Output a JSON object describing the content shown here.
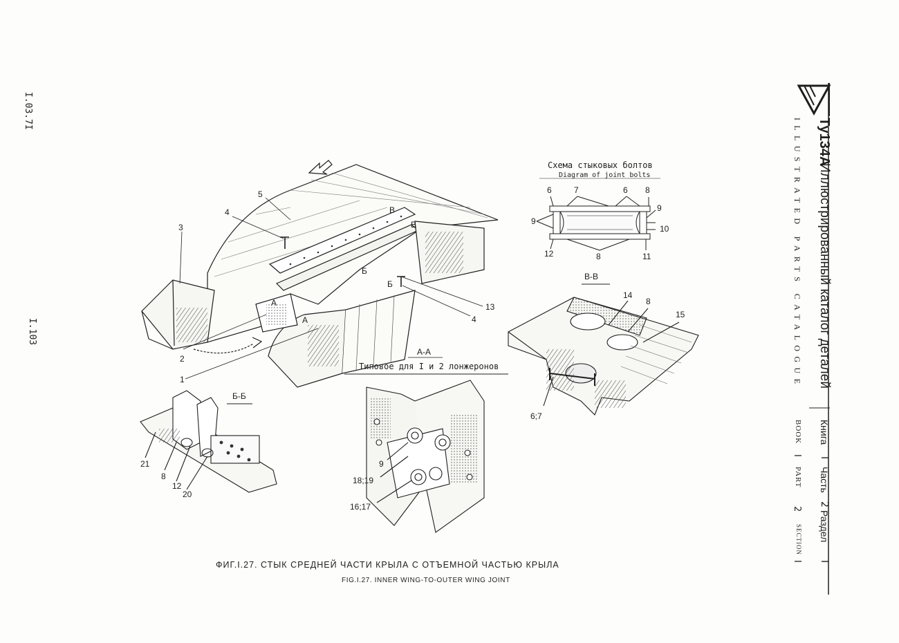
{
  "margin": {
    "date": "I.03.7I",
    "page_number": "I.103"
  },
  "header": {
    "logo_text": "Ту134А",
    "title_ru": "Иллюстрированный каталог деталей",
    "title_en": "ILLUSTRATED PARTS CATALOGUE",
    "book_ru_label": "Книга",
    "book_value": "I",
    "part_ru_label": "Часть",
    "part_value": "2",
    "section_ru_label": "Раздел",
    "section_value": "I",
    "book_en_label": "BOOK",
    "part_en_label": "PART",
    "section_en_label": "SECTION"
  },
  "views": {
    "joint_bolts_title_ru": "Схема стыковых болтов",
    "joint_bolts_title_en": "Diagram of joint bolts",
    "section_bb": "Б-Б",
    "section_vv": "В-В",
    "section_aa": "А-А",
    "section_aa_note": "Типовое для I и 2 лонжеронов"
  },
  "callouts": {
    "main": [
      "5",
      "4",
      "3",
      "2",
      "1",
      "13",
      "4"
    ],
    "section_marks": [
      "В",
      "В",
      "Б",
      "Б",
      "А",
      "А"
    ],
    "bolts": [
      "6",
      "7",
      "6",
      "8",
      "9",
      "9",
      "10",
      "12",
      "8",
      "11"
    ],
    "vv": [
      "14",
      "8",
      "15",
      "6;7"
    ],
    "bb": [
      "21",
      "8",
      "12",
      "20"
    ],
    "aa": [
      "9",
      "18;19",
      "16;17"
    ]
  },
  "caption": {
    "ru": "ФИГ.I.27. СТЫК СРЕДНЕЙ ЧАСТИ КРЫЛА С ОТЪЕМНОЙ ЧАСТЬЮ КРЫЛА",
    "en": "FIG.I.27. INNER WING-TO-OUTER WING JOINT"
  }
}
